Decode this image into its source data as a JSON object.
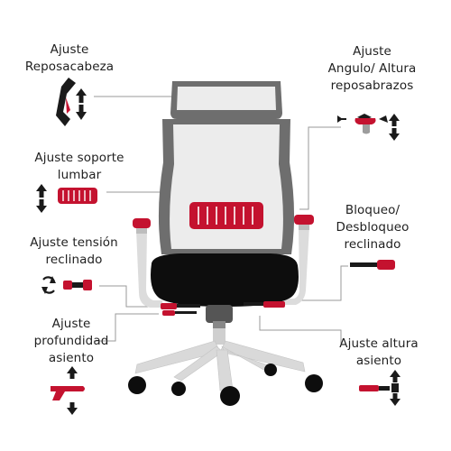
{
  "colors": {
    "accent_red": "#c4122f",
    "frame_gray": "#6e6e6e",
    "mesh": "#eeeeee",
    "seat": "#0d0d0d",
    "base": "#d9d9d9",
    "leader_line": "#9a9a9a"
  },
  "labels": {
    "headrest": [
      "Ajuste",
      "Reposacabeza"
    ],
    "armrest": [
      "Ajuste",
      "Angulo/ Altura",
      "reposabrazos"
    ],
    "lumbar": [
      "Ajuste soporte",
      "lumbar"
    ],
    "recline_lock": [
      "Bloqueo/",
      "Desbloqueo",
      "reclinado"
    ],
    "tension": [
      "Ajuste tensión",
      "reclinado"
    ],
    "seat_depth": [
      "Ajuste",
      "profundidad",
      "asiento"
    ],
    "seat_height": [
      "Ajuste altura",
      "asiento"
    ]
  },
  "icons": {
    "headrest": "headrest-adjust-icon",
    "armrest": "armrest-adjust-icon",
    "lumbar": "lumbar-adjust-icon",
    "recline_lock": "recline-lock-lever-icon",
    "tension": "tension-knob-icon",
    "seat_depth": "seat-depth-lever-icon",
    "seat_height": "seat-height-lever-icon"
  }
}
